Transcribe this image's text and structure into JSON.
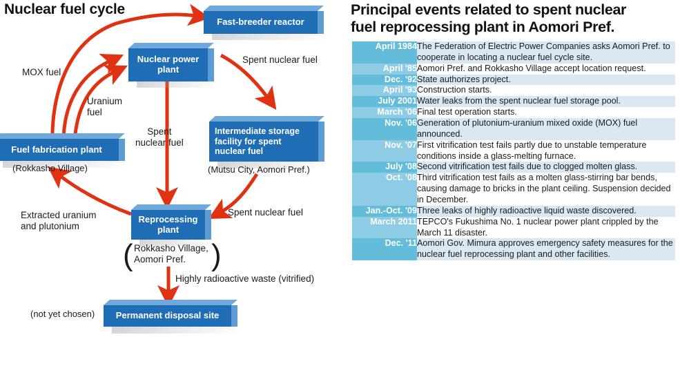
{
  "diagram": {
    "title": "Nuclear fuel cycle",
    "accent_arrow_color": "#E03212",
    "box_front_color": "#1F6DB4",
    "box_top_color": "#6FA9DC",
    "nodes": [
      {
        "id": "fast-breeder-reactor",
        "label": "Fast-breeder reactor",
        "caption": ""
      },
      {
        "id": "nuclear-power-plant",
        "label": "Nuclear power\nplant",
        "caption": ""
      },
      {
        "id": "fuel-fabrication-plant",
        "label": "Fuel fabrication plant",
        "caption": "(Rokkasho Village)"
      },
      {
        "id": "intermediate-storage-facility",
        "label": "Intermediate storage\nfacility for spent\nnuclear fuel",
        "caption": "(Mutsu City, Aomori Pref.)"
      },
      {
        "id": "reprocessing-plant",
        "label": "Reprocessing\nplant",
        "caption": "Rokkasho Village,\nAomori Pref."
      },
      {
        "id": "permanent-disposal-site",
        "label": "Permanent disposal site",
        "caption": "(not yet chosen)"
      }
    ],
    "node_labels": {
      "fast_breeder_reactor": "Fast-breeder reactor",
      "nuclear_power_plant_l1": "Nuclear power",
      "nuclear_power_plant_l2": "plant",
      "fuel_fabrication_plant": "Fuel fabrication plant",
      "fuel_fabrication_caption": "(Rokkasho Village)",
      "intermediate_l1": "Intermediate storage",
      "intermediate_l2": "facility for spent",
      "intermediate_l3": "nuclear fuel",
      "intermediate_caption": "(Mutsu City, Aomori Pref.)",
      "reprocessing_l1": "Reprocessing",
      "reprocessing_l2": "plant",
      "reprocessing_caption_l1": "Rokkasho Village,",
      "reprocessing_caption_l2": "Aomori Pref.",
      "permanent_disposal_site": "Permanent disposal site",
      "permanent_caption": "(not yet chosen)"
    },
    "flow_labels": {
      "mox_fuel": "MOX fuel",
      "uranium_fuel_l1": "Uranium",
      "uranium_fuel_l2": "fuel",
      "spent_top_right": "Spent nuclear fuel",
      "spent_center_l1": "Spent",
      "spent_center_l2": "nuclear fuel",
      "spent_right_lower": "Spent nuclear fuel",
      "extracted_l1": "Extracted uranium",
      "extracted_l2": "and plutonium",
      "vitrified_waste": "Highly radioactive waste (vitrified)"
    }
  },
  "panel": {
    "title": "Principal events related to spent nuclear fuel reprocessing plant in Aomori Pref.",
    "title_l1": "Principal events related to spent nuclear",
    "title_l2": "fuel reprocessing plant in Aomori Pref.",
    "date_color_dark": "#63BCDA",
    "date_color_light": "#8ECBE4",
    "row_tint_color": "#D9E8F3",
    "rows": [
      {
        "date": "April 1984",
        "text": "The Federation of Electric Power Companies asks Aomori Pref. to cooperate in locating a nuclear fuel cycle site."
      },
      {
        "date": "April '85",
        "text": "Aomori Pref. and Rokkasho Village accept location request."
      },
      {
        "date": "Dec. '92",
        "text": "State authorizes project."
      },
      {
        "date": "April '93",
        "text": "Construction starts."
      },
      {
        "date": "July 2001",
        "text": "Water leaks from the spent nuclear fuel storage pool."
      },
      {
        "date": "March '06",
        "text": "Final test operation starts."
      },
      {
        "date": "Nov. '06",
        "text": "Generation of plutonium-uranium mixed oxide (MOX) fuel announced."
      },
      {
        "date": "Nov. '07",
        "text": "First vitrification test fails partly due to unstable temperature conditions inside a glass-melting furnace."
      },
      {
        "date": "July '08",
        "text": "Second vitrification test fails due to clogged molten glass."
      },
      {
        "date": "Oct. '08",
        "text": "Third vitrification test fails as a molten glass-stirring bar bends, causing damage to bricks in the plant ceiling. Suspension decided in December."
      },
      {
        "date": "Jan.-Oct. '09",
        "text": "Three leaks of highly radioactive liquid waste discovered."
      },
      {
        "date": "March 2011",
        "text": "TEPCO's Fukushima No. 1 nuclear power plant crippled by the March 11 disaster."
      },
      {
        "date": "Dec. '11",
        "text": "Aomori Gov. Mimura approves emergency safety measures for the nuclear fuel reprocessing plant and other facilities."
      }
    ]
  }
}
